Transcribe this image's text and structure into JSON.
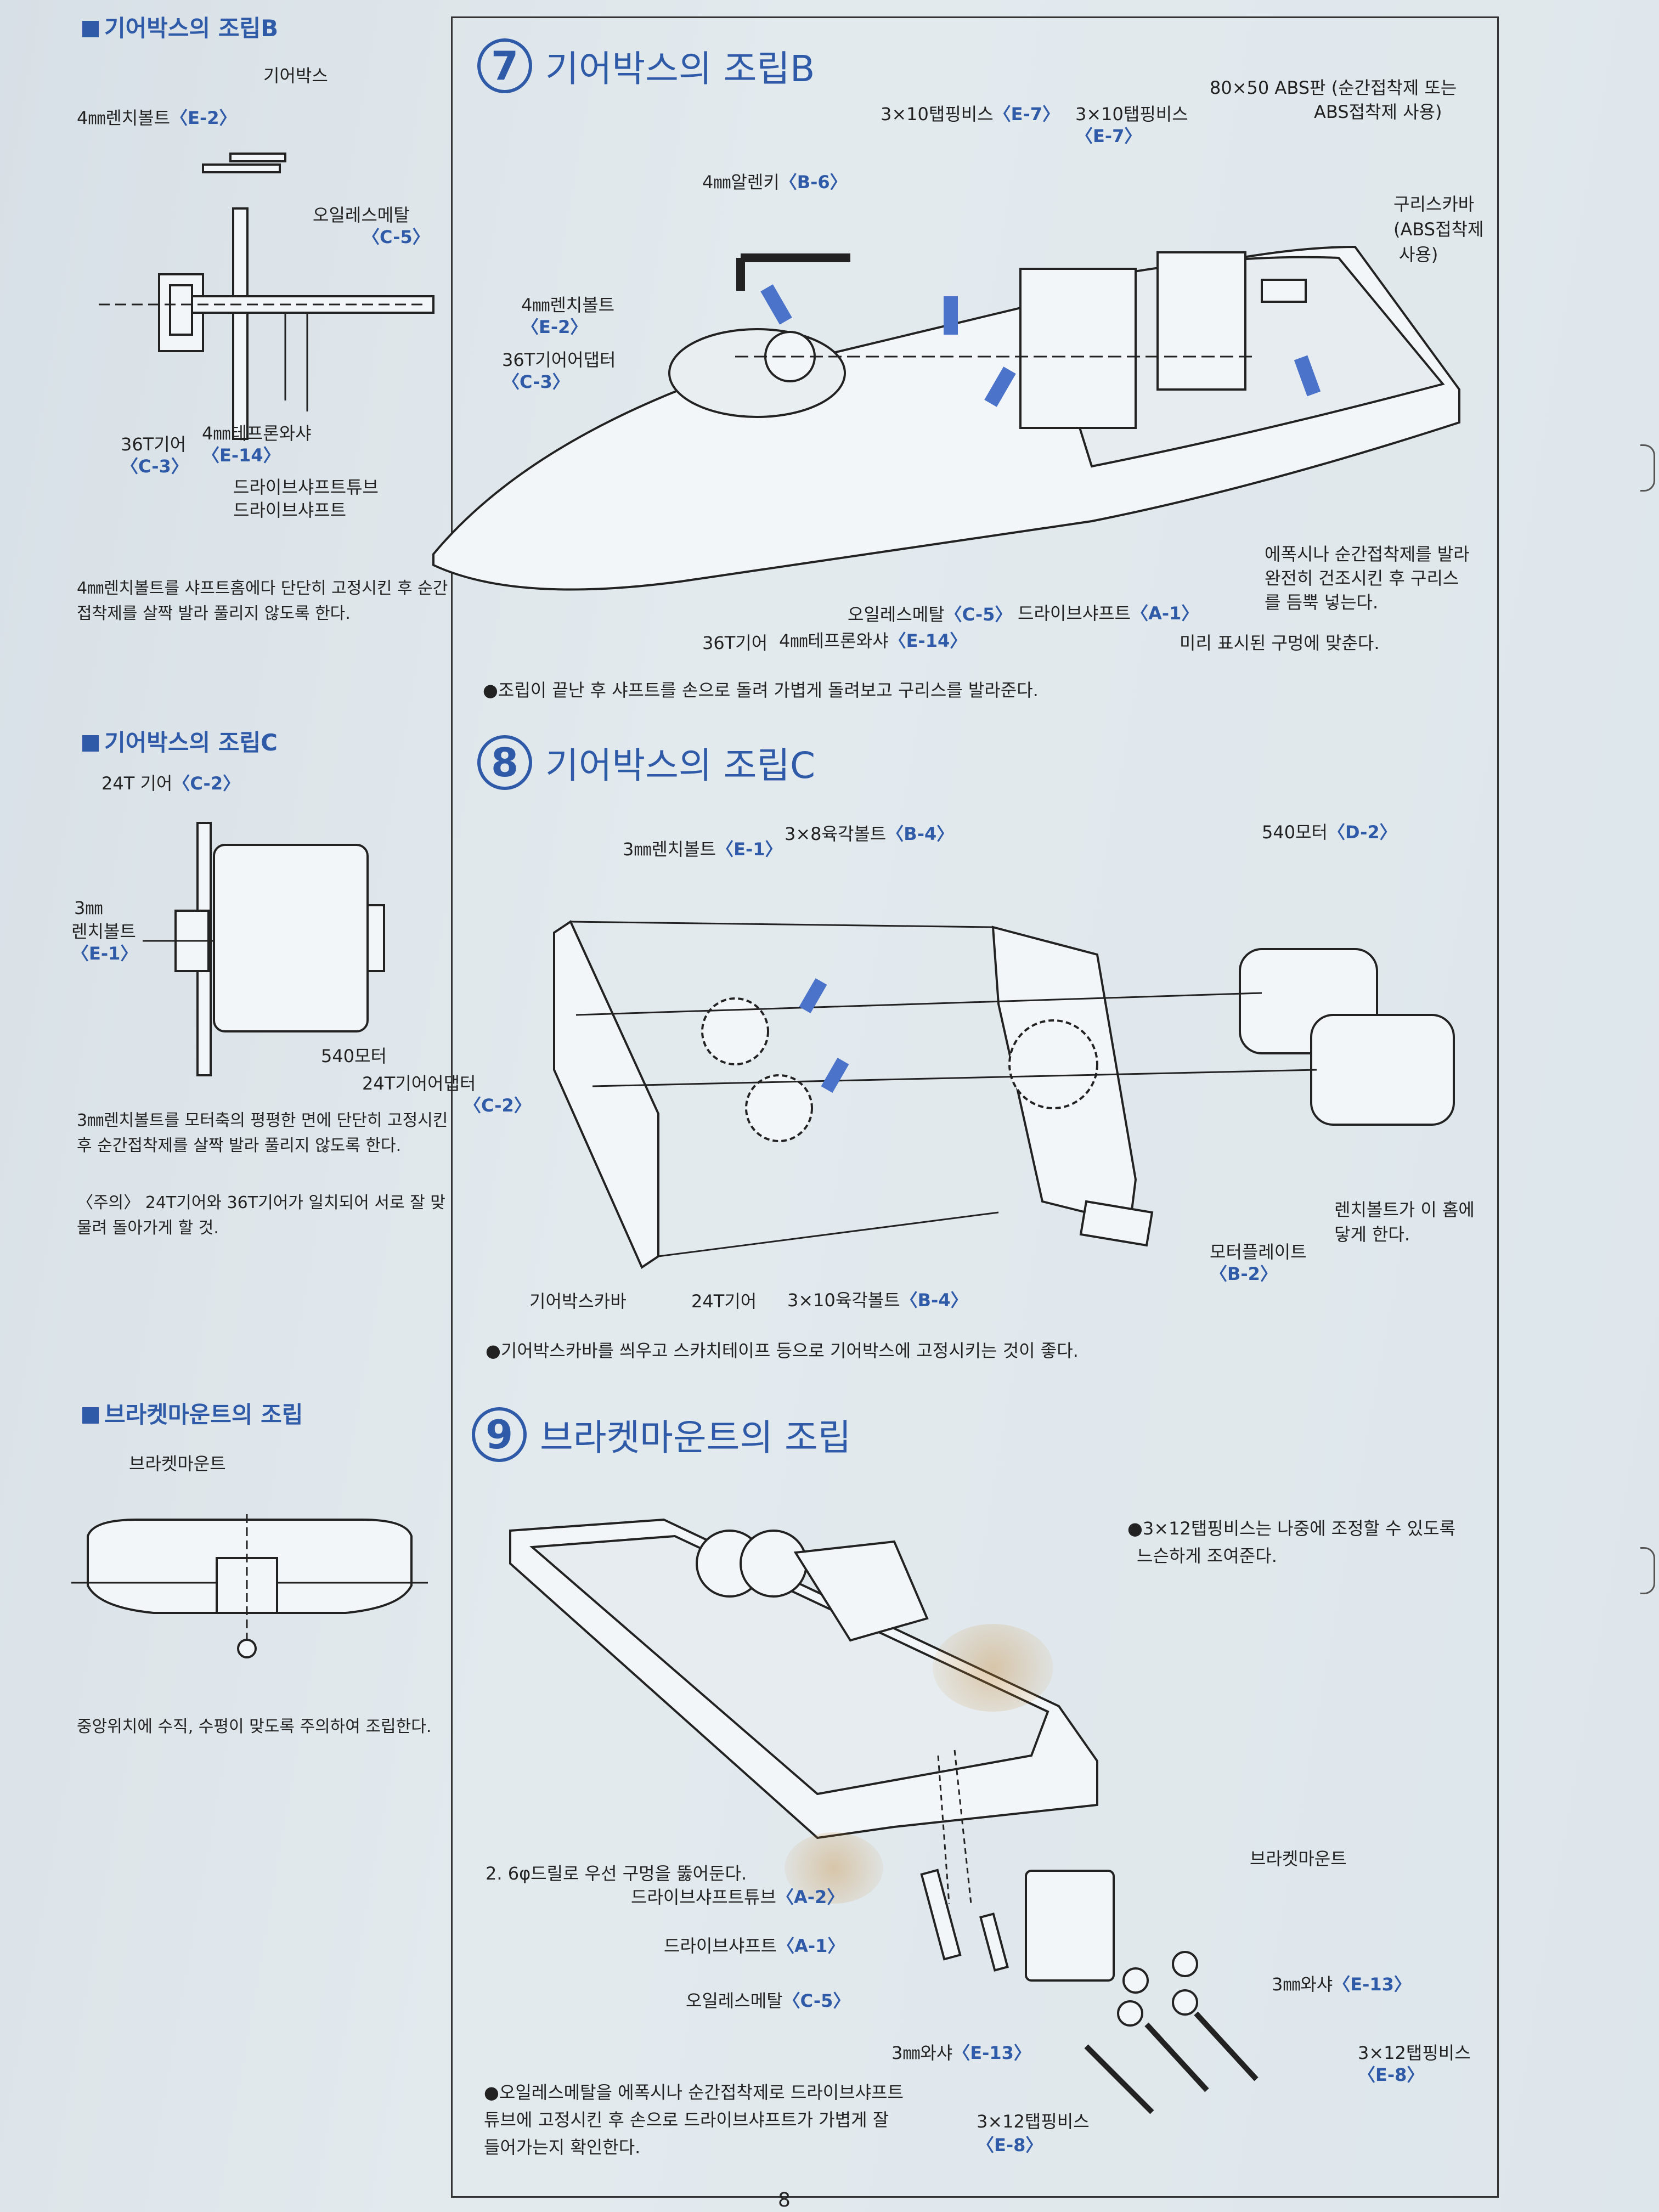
{
  "left": {
    "sec_b": {
      "title": "기어박스의 조립B",
      "gearbox": "기어박스",
      "bolt": "4㎜렌치볼트",
      "bolt_code": "〈E-2〉",
      "oilless": "오일레스메탈",
      "oilless_code": "〈C-5〉",
      "gear36": "36T기어",
      "gear36_code": "〈C-3〉",
      "washer": "4㎜테프론와샤",
      "washer_code": "〈E-14〉",
      "tube": "드라이브샤프트튜브",
      "shaft": "드라이브샤프트",
      "note": "4㎜렌치볼트를 샤프트홈에다 단단히 고정시킨 후 순간접착제를 살짝 발라 풀리지 않도록 한다."
    },
    "sec_c": {
      "title": "기어박스의 조립C",
      "gear24": "24T 기어",
      "gear24_code": "〈C-2〉",
      "bolt3": "3㎜",
      "bolt3b": "렌치볼트",
      "bolt3_code": "〈E-1〉",
      "motor": "540모터",
      "note1": "3㎜렌치볼트를 모터축의 평평한 면에 단단히 고정시킨 후 순간접착제를 살짝 발라 풀리지 않도록 한다.",
      "note2": "〈주의〉 24T기어와 36T기어가 일치되어 서로 잘 맞물려 돌아가게 할 것."
    },
    "sec_mount": {
      "title": "브라켓마운트의 조립",
      "label": "브라켓마운트",
      "note": "중앙위치에 수직, 수평이 맞도록 주의하여 조립한다."
    }
  },
  "step7": {
    "num": "7",
    "title": "기어박스의 조립B",
    "tap1": "3×10탭핑비스",
    "tap1_code": "〈E-7〉",
    "tap2": "3×10탭핑비스",
    "tap2_code": "〈E-7〉",
    "abs": "80×50 ABS판 (순간접착제 또는",
    "abs2": "ABS접착제 사용)",
    "allen": "4㎜알렌키",
    "allen_code": "〈B-6〉",
    "grease1": "구리스카바",
    "grease2": "(ABS접착제",
    "grease3": "사용)",
    "bolt": "4㎜렌치볼트",
    "bolt_code": "〈E-2〉",
    "adapter": "36T기어어댑터",
    "adapter_code": "〈C-3〉",
    "epoxy1": "에폭시나 순간접착제를 발라",
    "epoxy2": "완전히 건조시킨 후 구리스",
    "epoxy3": "를 듬뿍 넣는다.",
    "oilless": "오일레스메탈",
    "oilless_code": "〈C-5〉",
    "shaft": "드라이브샤프트",
    "shaft_code": "〈A-1〉",
    "gear36": "36T기어",
    "washer": "4㎜테프론와샤",
    "washer_code": "〈E-14〉",
    "holes": "미리 표시된 구멍에 맞춘다.",
    "bullet": "●조립이 끝난 후 샤프트를 손으로 돌려 가볍게 돌려보고 구리스를 발라준다."
  },
  "step8": {
    "num": "8",
    "title": "기어박스의 조립C",
    "bolt": "3㎜렌치볼트",
    "bolt_code": "〈E-1〉",
    "hex": "3×8육각볼트",
    "hex_code": "〈B-4〉",
    "motor": "540모터",
    "motor_code": "〈D-2〉",
    "adapter": "24T기어어댑터",
    "adapter_code": "〈C-2〉",
    "wrench1": "렌치볼트가 이 홈에",
    "wrench2": "닿게 한다.",
    "plate": "모터플레이트",
    "plate_code": "〈B-2〉",
    "cover": "기어박스카바",
    "gear24": "24T기어",
    "hex10": "3×10육각볼트",
    "hex10_code": "〈B-4〉",
    "bullet": "●기어박스카바를 씌우고 스카치테이프 등으로 기어박스에 고정시키는 것이 좋다."
  },
  "step9": {
    "num": "9",
    "title": "브라켓마운트의 조립",
    "screw_note1": "●3×12탭핑비스는 나중에 조정할 수 있도록",
    "screw_note2": "느슨하게 조여준다.",
    "mount": "브라켓마운트",
    "drill": "2. 6φ드릴로 우선 구멍을 뚫어둔다.",
    "tube": "드라이브샤프트튜브",
    "tube_code": "〈A-2〉",
    "shaft": "드라이브샤프트",
    "shaft_code": "〈A-1〉",
    "oilless": "오일레스메탈",
    "oilless_code": "〈C-5〉",
    "washer": "3㎜와샤",
    "washer_code": "〈E-13〉",
    "washer2": "3㎜와샤",
    "washer2_code": "〈E-13〉",
    "tap": "3×12탭핑비스",
    "tap_code": "〈E-8〉",
    "tap2": "3×12탭핑비스",
    "tap2_code": "〈E-8〉",
    "bullet1": "●오일레스메탈을 에폭시나 순간접착제로 드라이브샤프트",
    "bullet2": "튜브에 고정시킨 후 손으로 드라이브샤프트가 가볍게 잘",
    "bullet3": "들어가는지 확인한다."
  },
  "page_number": "8"
}
